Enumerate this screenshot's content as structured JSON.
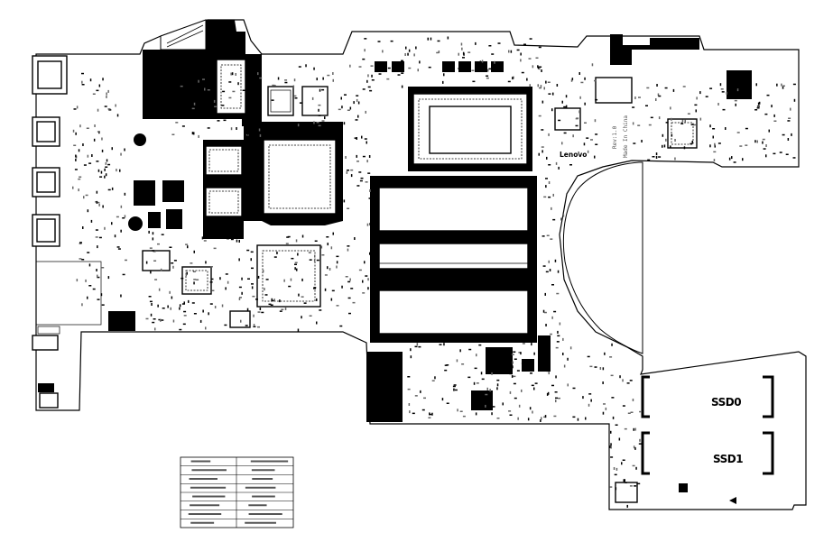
{
  "board": {
    "brand_logo": "Lenovo",
    "made_in": "Made In China",
    "revision": "Rev:1.0",
    "slot_labels": [
      "SSD0",
      "SSD1"
    ]
  },
  "title_block": {
    "rows": 8
  },
  "colors": {
    "copper": "#000000",
    "substrate": "#ffffff"
  }
}
